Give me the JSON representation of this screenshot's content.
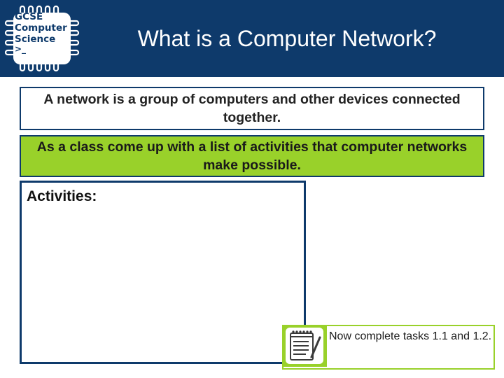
{
  "header": {
    "logo_lines": [
      "GCSE",
      "Computer",
      "Science"
    ],
    "logo_prompt": ">_",
    "title": "What is a Computer Network?"
  },
  "definition": {
    "text": "A network is a group of computers and other devices connected together."
  },
  "task": {
    "text": "As a class come up with a list of activities that computer networks make possible."
  },
  "activities": {
    "label": "Activities:"
  },
  "callout": {
    "text": "Now complete tasks 1.1 and 1.2.",
    "icon": "notepad-pencil-icon"
  },
  "colors": {
    "header_bg": "#0e3a6b",
    "accent_green": "#99d12a"
  }
}
